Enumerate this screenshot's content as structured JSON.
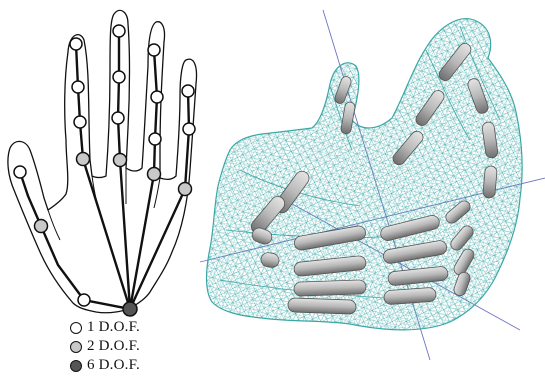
{
  "legend": {
    "items": [
      {
        "label": "1 D.O.F.",
        "fill": "#ffffff"
      },
      {
        "label": "2 D.O.F.",
        "fill": "#c9c9c9"
      },
      {
        "label": "6 D.O.F.",
        "fill": "#555555"
      }
    ]
  },
  "colors": {
    "outline": "#111111",
    "bone_link": "#111111",
    "mesh": "#3aa7a6",
    "bone_fill": "#b3b3b3",
    "axis": "#6f73c4"
  },
  "icons": {
    "dof1": "white-circle",
    "dof2": "gray-circle",
    "dof6": "dark-circle"
  }
}
